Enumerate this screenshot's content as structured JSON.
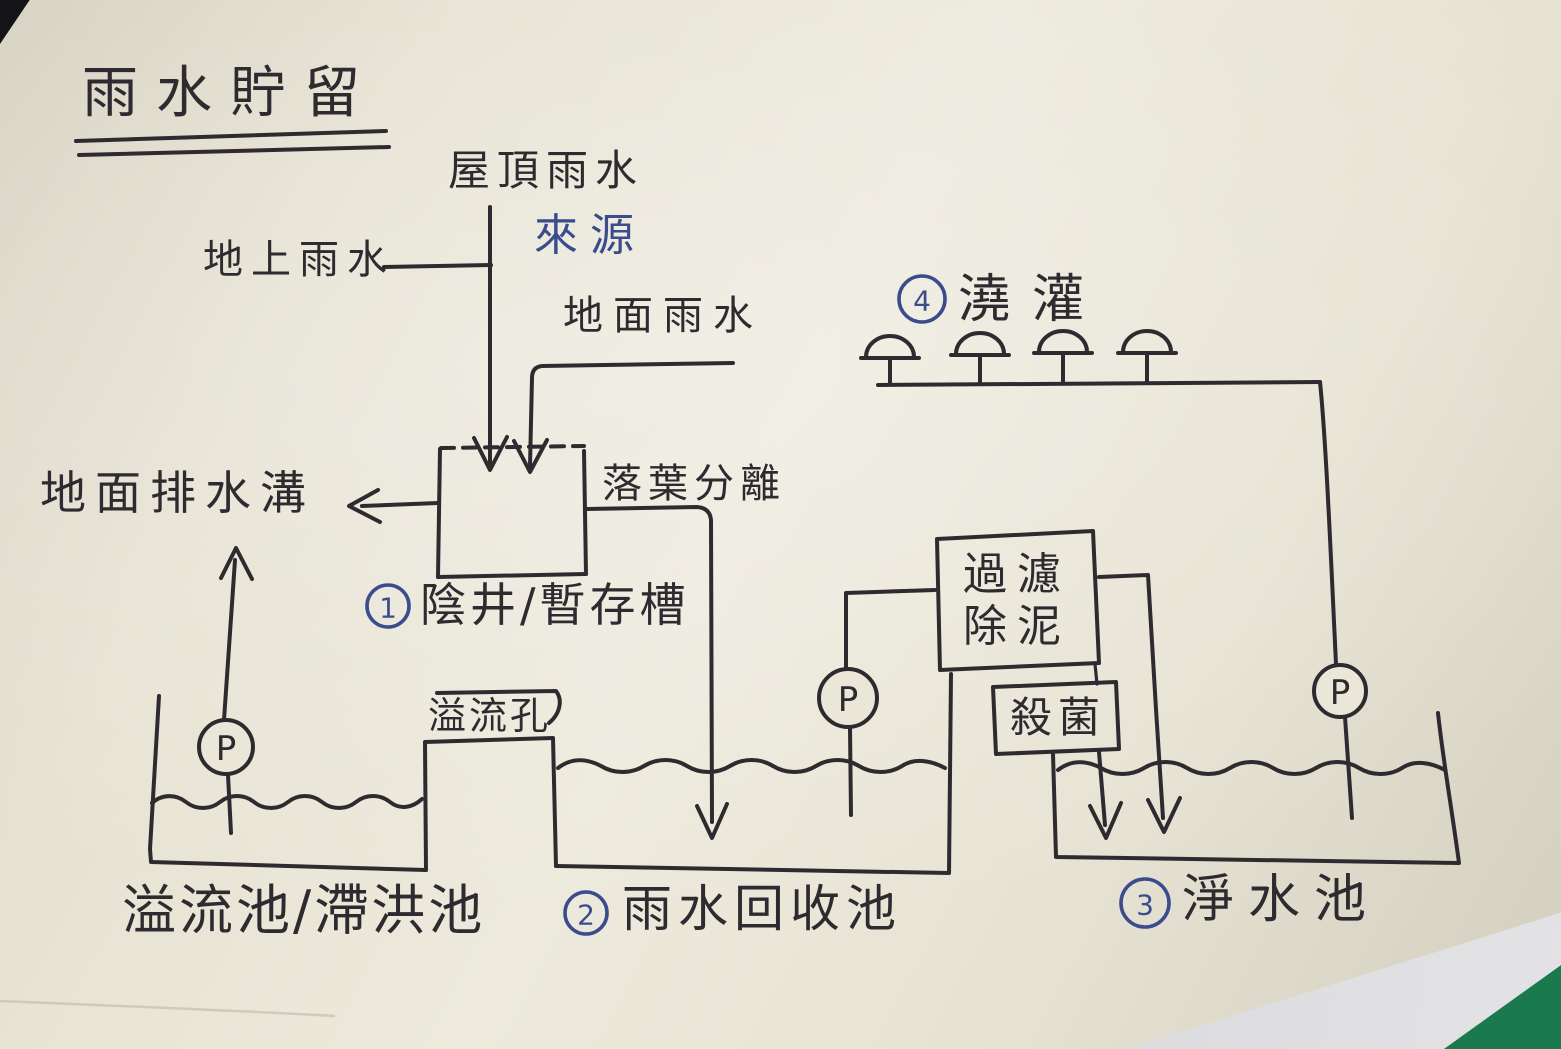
{
  "title": {
    "text": "雨水貯留"
  },
  "labels": {
    "roof_rain": "屋頂雨水",
    "source": "來源",
    "ground_rain": "地上雨水",
    "surface_rain": "地面雨水",
    "drain": "地面排水溝",
    "leaf_separation": "落葉分離",
    "overflow_hole": "溢流孔"
  },
  "stations": {
    "tank": {
      "num": "1",
      "name": "陰井/暫存槽"
    },
    "recycle_pool": {
      "num": "2",
      "name": "雨水回收池"
    },
    "clean_pool": {
      "num": "3",
      "name": "淨水池"
    },
    "irrigation": {
      "num": "4",
      "name": "澆灌"
    },
    "overflow_pool": {
      "name": "溢流池/滯洪池"
    }
  },
  "process_boxes": {
    "filter": {
      "line1": "過濾",
      "line2": "除泥"
    },
    "sterilize": "殺菌"
  },
  "pump_label": "P",
  "colors": {
    "ink": "#2d2b2f",
    "blue_ink": "#3a4c8c",
    "paper": "#eae6d8",
    "table_green": "#1a7a4e",
    "table_gray": "#d0d0d4"
  }
}
